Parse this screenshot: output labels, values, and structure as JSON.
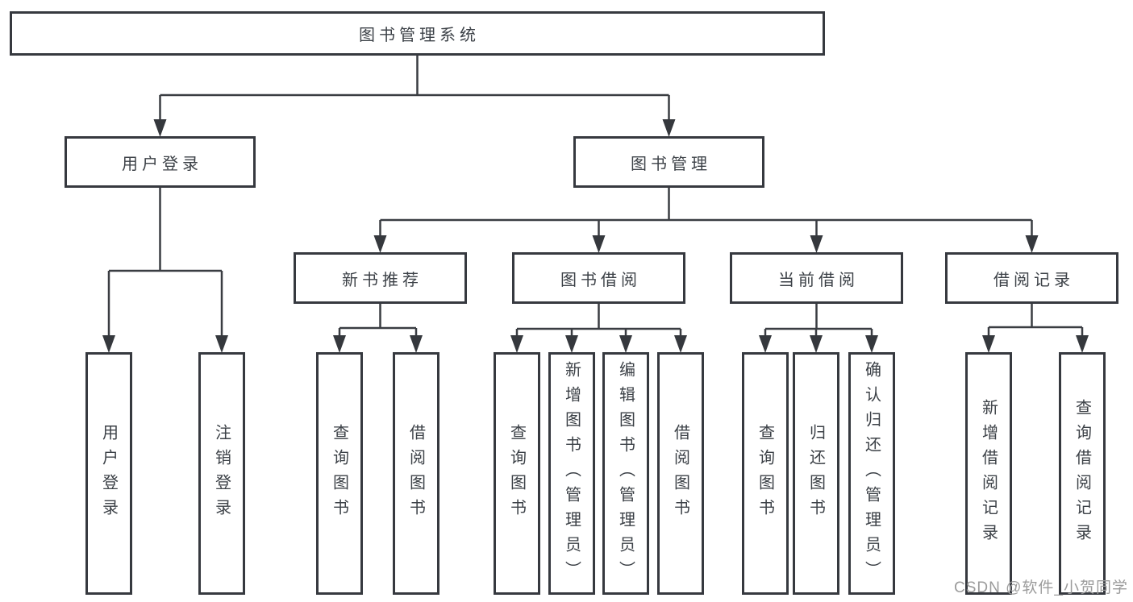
{
  "diagram": {
    "root": {
      "label": "图书管理系统"
    },
    "level2": [
      {
        "label": "用户登录"
      },
      {
        "label": "图书管理"
      }
    ],
    "level3": [
      {
        "label": "新书推荐"
      },
      {
        "label": "图书借阅"
      },
      {
        "label": "当前借阅"
      },
      {
        "label": "借阅记录"
      }
    ],
    "leaves": [
      {
        "label": "用户登录"
      },
      {
        "label": "注销登录"
      },
      {
        "label": "查询图书"
      },
      {
        "label": "借阅图书"
      },
      {
        "label": "查询图书"
      },
      {
        "label": "新增图书（管理员）"
      },
      {
        "label": "编辑图书（管理员）"
      },
      {
        "label": "借阅图书"
      },
      {
        "label": "查询图书"
      },
      {
        "label": "归还图书"
      },
      {
        "label": "确认归还（管理员）"
      },
      {
        "label": "新增借阅记录"
      },
      {
        "label": "查询借阅记录"
      }
    ]
  },
  "watermark": {
    "text": "CSDN @软件_小贺同学"
  },
  "colors": {
    "line": "#3a3d42",
    "box_border": "#36393f",
    "text": "#3c4147",
    "background": "#ffffff",
    "watermark": "#9b9b9b"
  }
}
